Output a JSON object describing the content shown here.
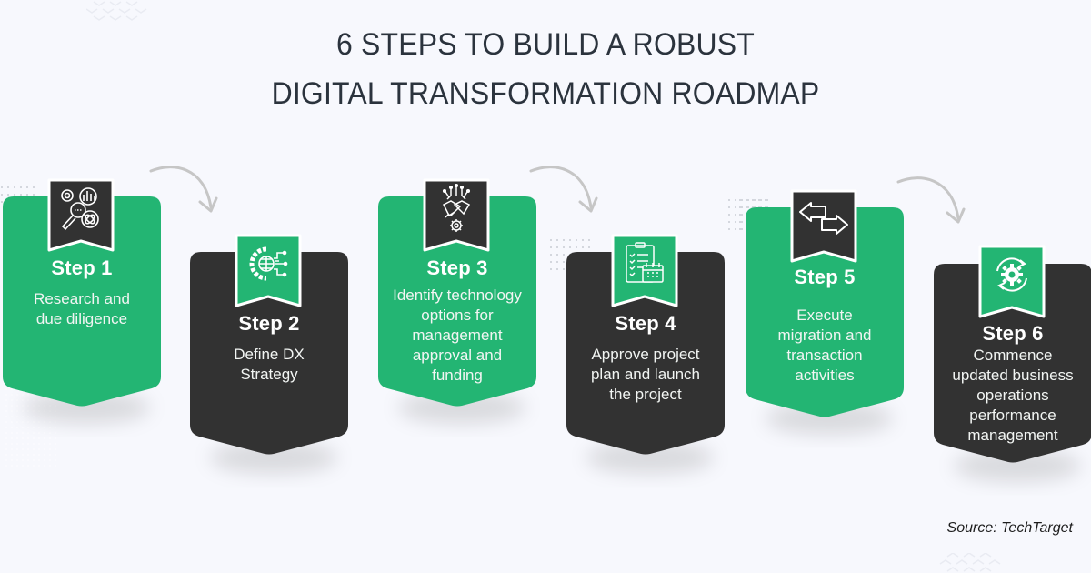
{
  "title": {
    "line1": "6 STEPS TO BUILD A ROBUST",
    "line2": "DIGITAL TRANSFORMATION ROADMAP"
  },
  "colors": {
    "green": "#23b573",
    "dark": "#323232",
    "background": "#f7f8fd",
    "title": "#2b333d",
    "arrow": "#c6c6c6"
  },
  "steps": [
    {
      "label": "Step 1",
      "desc_lines": [
        "Research and",
        "due diligence"
      ],
      "icon": "research-analysis-icon",
      "card_color": "green",
      "bookmark_color": "dark"
    },
    {
      "label": "Step 2",
      "desc_lines": [
        "Define DX",
        "Strategy"
      ],
      "icon": "gear-globe-network-icon",
      "card_color": "dark",
      "bookmark_color": "green"
    },
    {
      "label": "Step 3",
      "desc_lines": [
        "Identify technology",
        "options for",
        "management",
        "approval and",
        "funding"
      ],
      "icon": "handshake-tech-icon",
      "card_color": "green",
      "bookmark_color": "dark"
    },
    {
      "label": "Step 4",
      "desc_lines": [
        "Approve project",
        "plan and launch",
        "the project"
      ],
      "icon": "checklist-calendar-icon",
      "card_color": "dark",
      "bookmark_color": "green"
    },
    {
      "label": "Step 5",
      "desc_lines": [
        "Execute",
        "migration and",
        "transaction",
        "activities"
      ],
      "icon": "exchange-arrows-icon",
      "card_color": "green",
      "bookmark_color": "dark"
    },
    {
      "label": "Step 6",
      "desc_lines": [
        "Commence",
        "updated business",
        "operations",
        "performance",
        "management"
      ],
      "icon": "gear-cycle-icon",
      "card_color": "dark",
      "bookmark_color": "green"
    }
  ],
  "source": "Source: TechTarget"
}
